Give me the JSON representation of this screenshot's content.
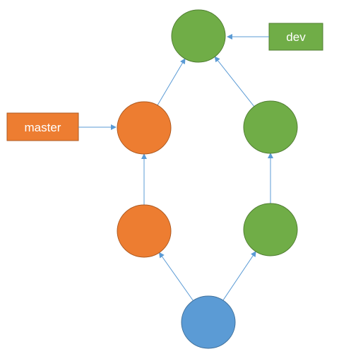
{
  "colors": {
    "green": "#70ad47",
    "green_border": "#507e32",
    "orange": "#ed7d31",
    "orange_border": "#ae5a21",
    "blue": "#5b9bd5",
    "blue_border": "#41719c",
    "arrow": "#5b9bd5"
  },
  "labels": {
    "master": "master",
    "dev": "dev"
  },
  "nodes": [
    {
      "id": "top",
      "color": "green"
    },
    {
      "id": "master-head",
      "color": "orange"
    },
    {
      "id": "dev-head",
      "color": "green"
    },
    {
      "id": "master-base",
      "color": "orange"
    },
    {
      "id": "dev-base",
      "color": "green"
    },
    {
      "id": "root",
      "color": "blue"
    }
  ],
  "edges": [
    {
      "from": "master-head",
      "to": "top"
    },
    {
      "from": "dev-head",
      "to": "top"
    },
    {
      "from": "master-base",
      "to": "master-head"
    },
    {
      "from": "dev-base",
      "to": "dev-head"
    },
    {
      "from": "root",
      "to": "master-base"
    },
    {
      "from": "root",
      "to": "dev-base"
    }
  ]
}
